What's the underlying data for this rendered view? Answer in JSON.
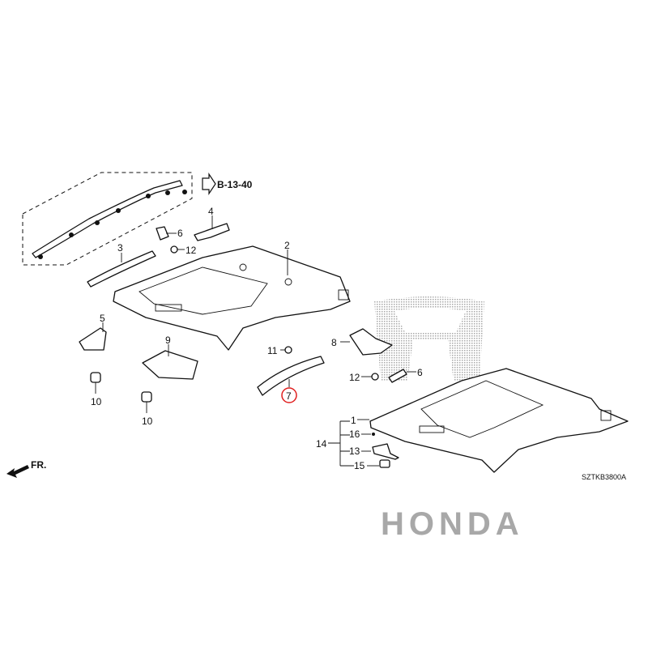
{
  "diagram": {
    "reference_link": "B-13-40",
    "diagram_code": "SZTKB3800A",
    "front_indicator": "FR.",
    "watermark": "HONDA",
    "highlight_color": "#e02020",
    "highlighted_part": "7",
    "callouts": {
      "c1": "1",
      "c2": "2",
      "c3": "3",
      "c4": "4",
      "c5": "5",
      "c6a": "6",
      "c6b": "6",
      "c7": "7",
      "c8": "8",
      "c9": "9",
      "c10a": "10",
      "c10b": "10",
      "c11": "11",
      "c12a": "12",
      "c12b": "12",
      "c13": "13",
      "c14": "14",
      "c15": "15",
      "c16": "16"
    }
  }
}
